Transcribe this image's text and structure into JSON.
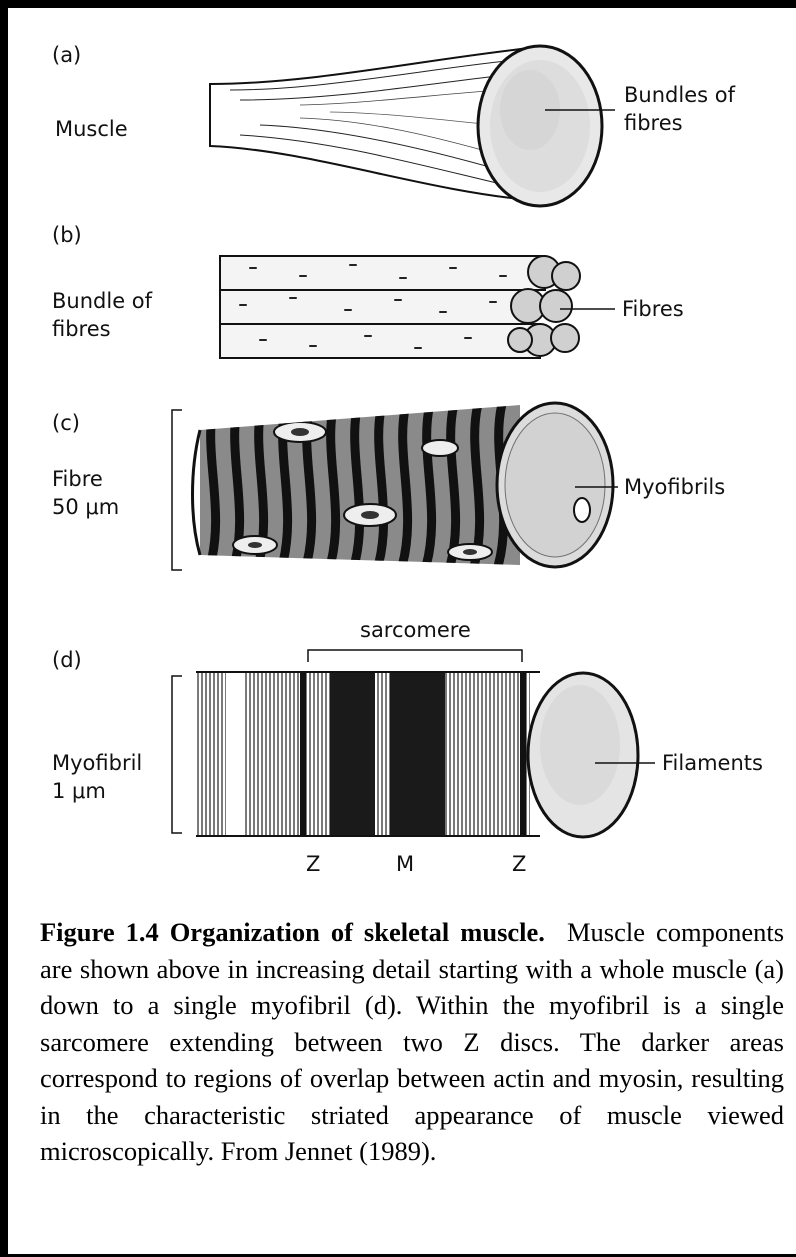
{
  "panels": {
    "a": {
      "tag": "(a)",
      "left_label": "Muscle",
      "right_label_line1": "Bundles of",
      "right_label_line2": "fibres"
    },
    "b": {
      "tag": "(b)",
      "left_label_line1": "Bundle of",
      "left_label_line2": "fibres",
      "right_label": "Fibres"
    },
    "c": {
      "tag": "(c)",
      "left_label_line1": "Fibre",
      "left_label_line2": "50 μm",
      "right_label": "Myofibrils"
    },
    "d": {
      "tag": "(d)",
      "bracket_label": "sarcomere",
      "left_label_line1": "Myofibril",
      "left_label_line2": "1 μm",
      "right_label": "Filaments",
      "bottom_labels": [
        "Z",
        "M",
        "Z"
      ]
    }
  },
  "caption": {
    "title": "Figure 1.4 Organization of skeletal muscle.",
    "body": "Muscle components are shown above in increasing detail starting with a whole muscle (a) down to a single myofibril (d). Within the myofibril is a single sarcomere extending between two Z discs. The darker areas correspond to regions of overlap between actin and myosin, resulting in the characteristic striated appearance of muscle viewed microscopically. From Jennet (1989)."
  }
}
